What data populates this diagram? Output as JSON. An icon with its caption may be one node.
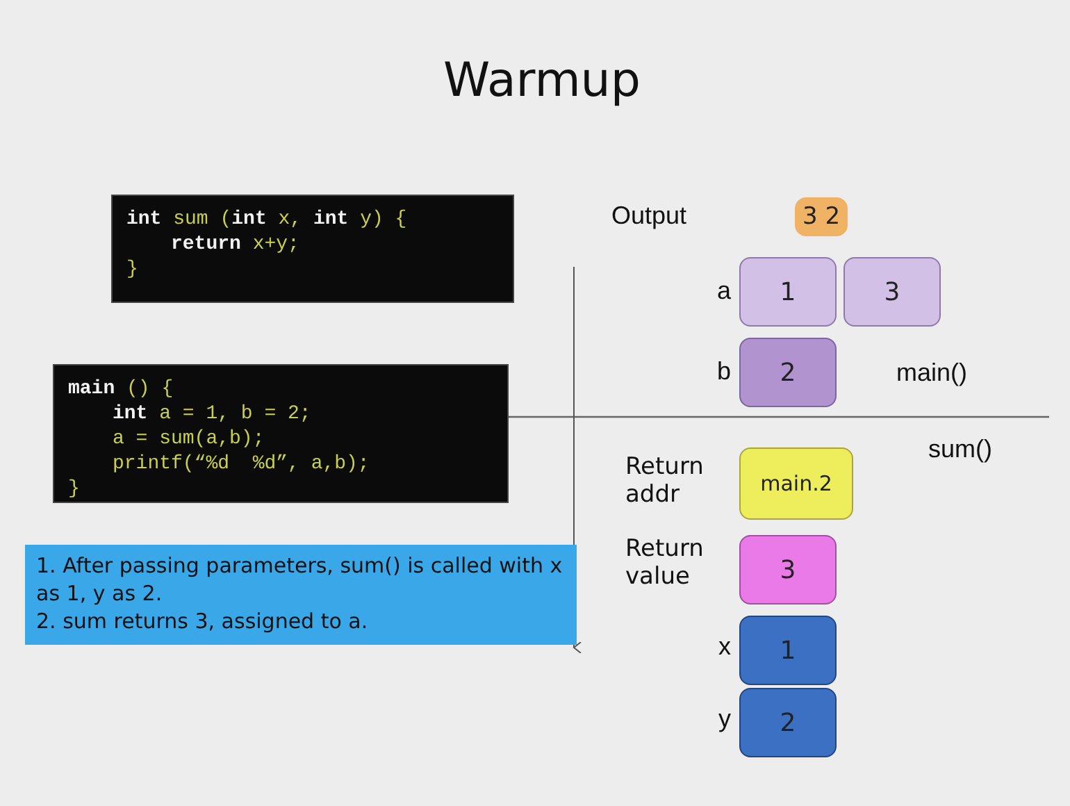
{
  "diagram": {
    "title": "Warmup",
    "nodes": [
      {
        "text": [
          "**int** sum (**int** x, **int** y) {",
          "**return** x+y;",
          "}"
        ]
      },
      {
        "text": [
          "**main** () {",
          "**int** a = 1, b = 2;",
          "a = sum(a,b);",
          "printf(“%d  %d”, a,b);",
          "}"
        ]
      },
      {
        "text": [
          "3 2"
        ]
      },
      {
        "text": [
          "1"
        ],
        "beside": [
          "a"
        ]
      },
      {
        "text": [
          "3"
        ]
      },
      {
        "text": [
          "2"
        ],
        "beside": [
          "b"
        ]
      },
      {
        "text": [
          "main.2"
        ],
        "beside": [
          "Return addr"
        ]
      },
      {
        "text": [
          "3"
        ],
        "beside": [
          "Return value"
        ]
      },
      {
        "text": [
          "1"
        ],
        "beside": [
          "x"
        ]
      },
      {
        "text": [
          "2"
        ],
        "beside": [
          "y"
        ]
      },
      {
        "text": [
          "1. After passing parameters, sum() is called with x as 1, y as 2.",
          "2. sum returns 3, assigned to a."
        ]
      }
    ],
    "labels": [
      "Output",
      "main()",
      "sum()"
    ]
  }
}
